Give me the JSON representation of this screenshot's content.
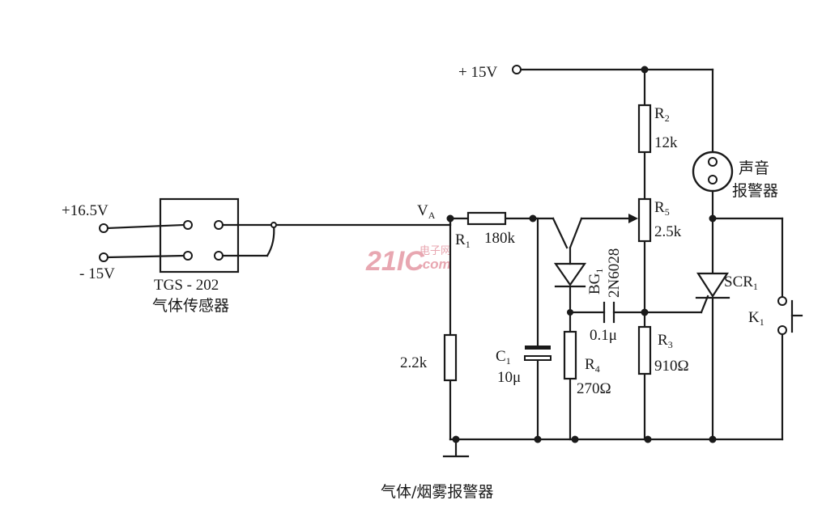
{
  "labels": {
    "plus15v": "+ 15V",
    "plus16_5v": "+16.5V",
    "minus15v": "- 15V",
    "sensor_model": "TGS - 202",
    "sensor_name": "气体传感器",
    "va": "V",
    "va_sub": "A",
    "r1": "R",
    "r1_sub": "1",
    "r1_value": "180k",
    "r2": "R",
    "r2_sub": "2",
    "r2_value": "12k",
    "r3": "R",
    "r3_sub": "3",
    "r3_value": "910Ω",
    "r4": "R",
    "r4_sub": "4",
    "r4_value": "270Ω",
    "r5": "R",
    "r5_sub": "5",
    "r5_value": "2.5k",
    "r_bottom_value": "2.2k",
    "c1": "C",
    "c1_sub": "1",
    "c1_value": "10μ",
    "cap2_value": "0.1μ",
    "bg1": "BG",
    "bg1_sub": "1",
    "bg1_model": "2N6028",
    "scr": "SCR",
    "scr_sub": "1",
    "k1": "K",
    "k1_sub": "1",
    "alarm_line1": "声音",
    "alarm_line2": "报警器",
    "caption": "气体/烟雾报警器"
  },
  "watermark": {
    "brand": "21IC",
    "cn": "电子网",
    "com": ".com",
    "color": "#e8a7b1"
  }
}
